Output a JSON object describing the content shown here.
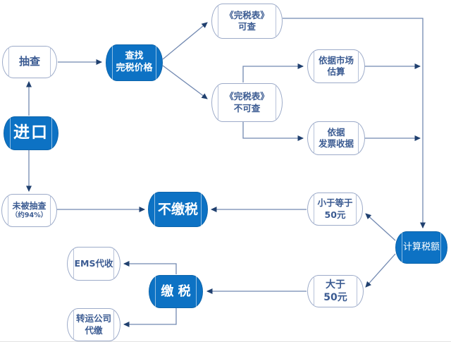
{
  "diagram": {
    "type": "flowchart",
    "language": "zh-CN",
    "topic": "进口包裹征税流程",
    "nodes": {
      "spot_check": {
        "label": "抽查"
      },
      "import": {
        "label": "进口"
      },
      "find_price": {
        "lines": [
          "查找",
          "完税价格"
        ]
      },
      "table_searchable": {
        "lines": [
          "《完税表》",
          "可查"
        ]
      },
      "table_unsearchable": {
        "lines": [
          "《完税表》",
          "不可查"
        ]
      },
      "market_estimate": {
        "lines": [
          "依据市场",
          "估算"
        ]
      },
      "invoice_receipt": {
        "lines": [
          "依据",
          "发票收据"
        ]
      },
      "calc_tax": {
        "label": "计算税额"
      },
      "lte_50": {
        "lines": [
          "小于等于",
          "50元"
        ]
      },
      "gt_50": {
        "lines": [
          "大于",
          "50元"
        ]
      },
      "no_tax": {
        "label": "不缴税"
      },
      "not_inspected": {
        "lines": [
          "未被抽查",
          "（约94%）"
        ]
      },
      "pay_tax": {
        "label": "缴 税"
      },
      "ems_collect": {
        "label": "EMS代收"
      },
      "forwarder_pay": {
        "lines": [
          "转运公司",
          "代缴"
        ]
      }
    },
    "edges": [
      {
        "from": "进口",
        "to": "抽查"
      },
      {
        "from": "进口",
        "to": "未被抽查（约94%）"
      },
      {
        "from": "抽查",
        "to": "查找完税价格"
      },
      {
        "from": "查找完税价格",
        "to": "《完税表》可查"
      },
      {
        "from": "查找完税价格",
        "to": "《完税表》不可查"
      },
      {
        "from": "《完税表》不可查",
        "to": "依据市场估算"
      },
      {
        "from": "《完税表》不可查",
        "to": "依据发票收据"
      },
      {
        "from": "《完税表》可查",
        "to": "计算税额"
      },
      {
        "from": "依据市场估算",
        "to": "计算税额"
      },
      {
        "from": "依据发票收据",
        "to": "计算税额"
      },
      {
        "from": "计算税额",
        "to": "小于等于50元"
      },
      {
        "from": "计算税额",
        "to": "大于50元"
      },
      {
        "from": "小于等于50元",
        "to": "不缴税"
      },
      {
        "from": "未被抽查（约94%）",
        "to": "不缴税"
      },
      {
        "from": "大于50元",
        "to": "缴税"
      },
      {
        "from": "缴税",
        "to": "EMS代收"
      },
      {
        "from": "缴税",
        "to": "转运公司代缴"
      }
    ],
    "colors": {
      "node_fill_blue": "#0d72c4",
      "node_border_blue": "#0e65ab",
      "node_text_blue": "#ffffff",
      "node_fill_white": "#ffffff",
      "node_border_white": "#9dabc9",
      "node_text_white": "#3b5b92",
      "connector_line": "#7289b1",
      "arrowhead": "#20406f"
    }
  }
}
